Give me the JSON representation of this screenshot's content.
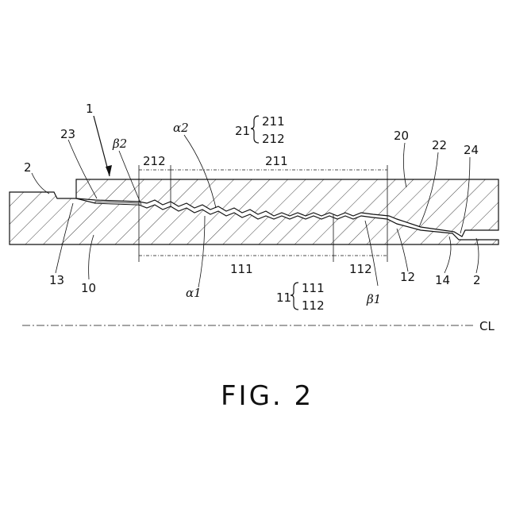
{
  "figure": {
    "title": "FIG. 2",
    "labels": {
      "assembly": "1",
      "pipe_left": "2",
      "pipe_right": "2",
      "pin": "10",
      "box": "20",
      "pin_thread_region": "11",
      "box_thread_region": "21",
      "box_dim_211": "211",
      "box_dim_212": "212",
      "pin_dim_111": "111",
      "pin_dim_112": "112",
      "pin_seal": "12",
      "pin_shoulder": "13",
      "pin_end": "14",
      "box_seal": "22",
      "box_shoulder": "23",
      "box_end": "24",
      "alpha1": "α1",
      "alpha2": "α2",
      "beta1": "β1",
      "beta2": "β2",
      "centerline": "CL"
    },
    "legend_pin": {
      "label": "11",
      "items": [
        "111",
        "112"
      ]
    },
    "legend_box": {
      "label": "21",
      "items": [
        "211",
        "212"
      ]
    }
  }
}
